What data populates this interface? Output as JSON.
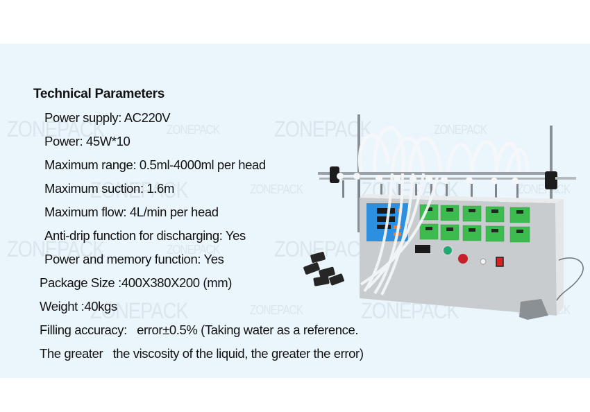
{
  "watermark": "ZONEPACK",
  "section": {
    "title": "Technical Parameters",
    "items": [
      {
        "label": "Power supply",
        "sep": ": ",
        "value": "AC220V"
      },
      {
        "label": "Power",
        "sep": ": ",
        "value": "45W*10"
      },
      {
        "label": "Maximum range",
        "sep": ": ",
        "value": "0.5ml-4000ml per head"
      },
      {
        "label": "Maximum suction",
        "sep": ": ",
        "value": "1.6m"
      },
      {
        "label": "Maximum flow",
        "sep": ": ",
        "value": "4L/min per head"
      },
      {
        "label": "Anti-drip function for discharging",
        "sep": ": ",
        "value": "Yes"
      },
      {
        "label": "Power and memory function",
        "sep": ": ",
        "value": "Yes"
      },
      {
        "label": "Package Size",
        "sep": " :",
        "value": "400X380X200 (mm)"
      },
      {
        "label": "Weight",
        "sep": " :",
        "value": "40kgs"
      },
      {
        "label": "Filling accuracy",
        "sep": ":   ",
        "value": "error±0.5% (Taking water as a reference."
      },
      {
        "label": "The greater",
        "sep": "   ",
        "value": "the viscosity of the liquid, the greater the error)"
      }
    ]
  },
  "product_image": {
    "description": "10-head peristaltic liquid filling machine with control panel, nozzle bar, tubes, filters and foot pedal",
    "heads": 10
  },
  "colors": {
    "band": "#ebf6fc",
    "text": "#111111",
    "panel_blue": "#2c8fe0",
    "panel_green": "#3dbb4f",
    "steel": "#c9ccce"
  }
}
